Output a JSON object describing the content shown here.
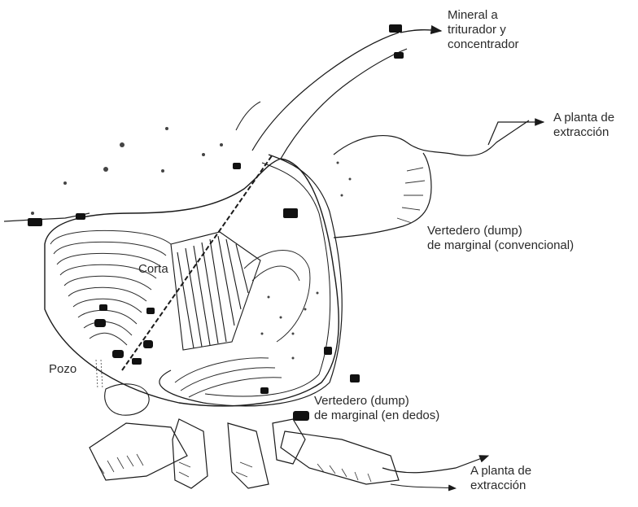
{
  "labels": {
    "ore_to_crusher": "Mineral a\ntriturador y\nconcentrador",
    "to_extraction_plant_top": "A planta de\nextracción",
    "conventional_dump": "Vertedero (dump)\nde marginal (convencional)",
    "cut": "Corta",
    "pit": "Pozo",
    "finger_dump": "Vertedero (dump)\nde marginal (en dedos)",
    "to_extraction_plant_bottom": "A planta de\nextracción"
  },
  "colors": {
    "ink": "#1a1a1a",
    "label_text": "#2a2a2a",
    "background": "#ffffff"
  }
}
